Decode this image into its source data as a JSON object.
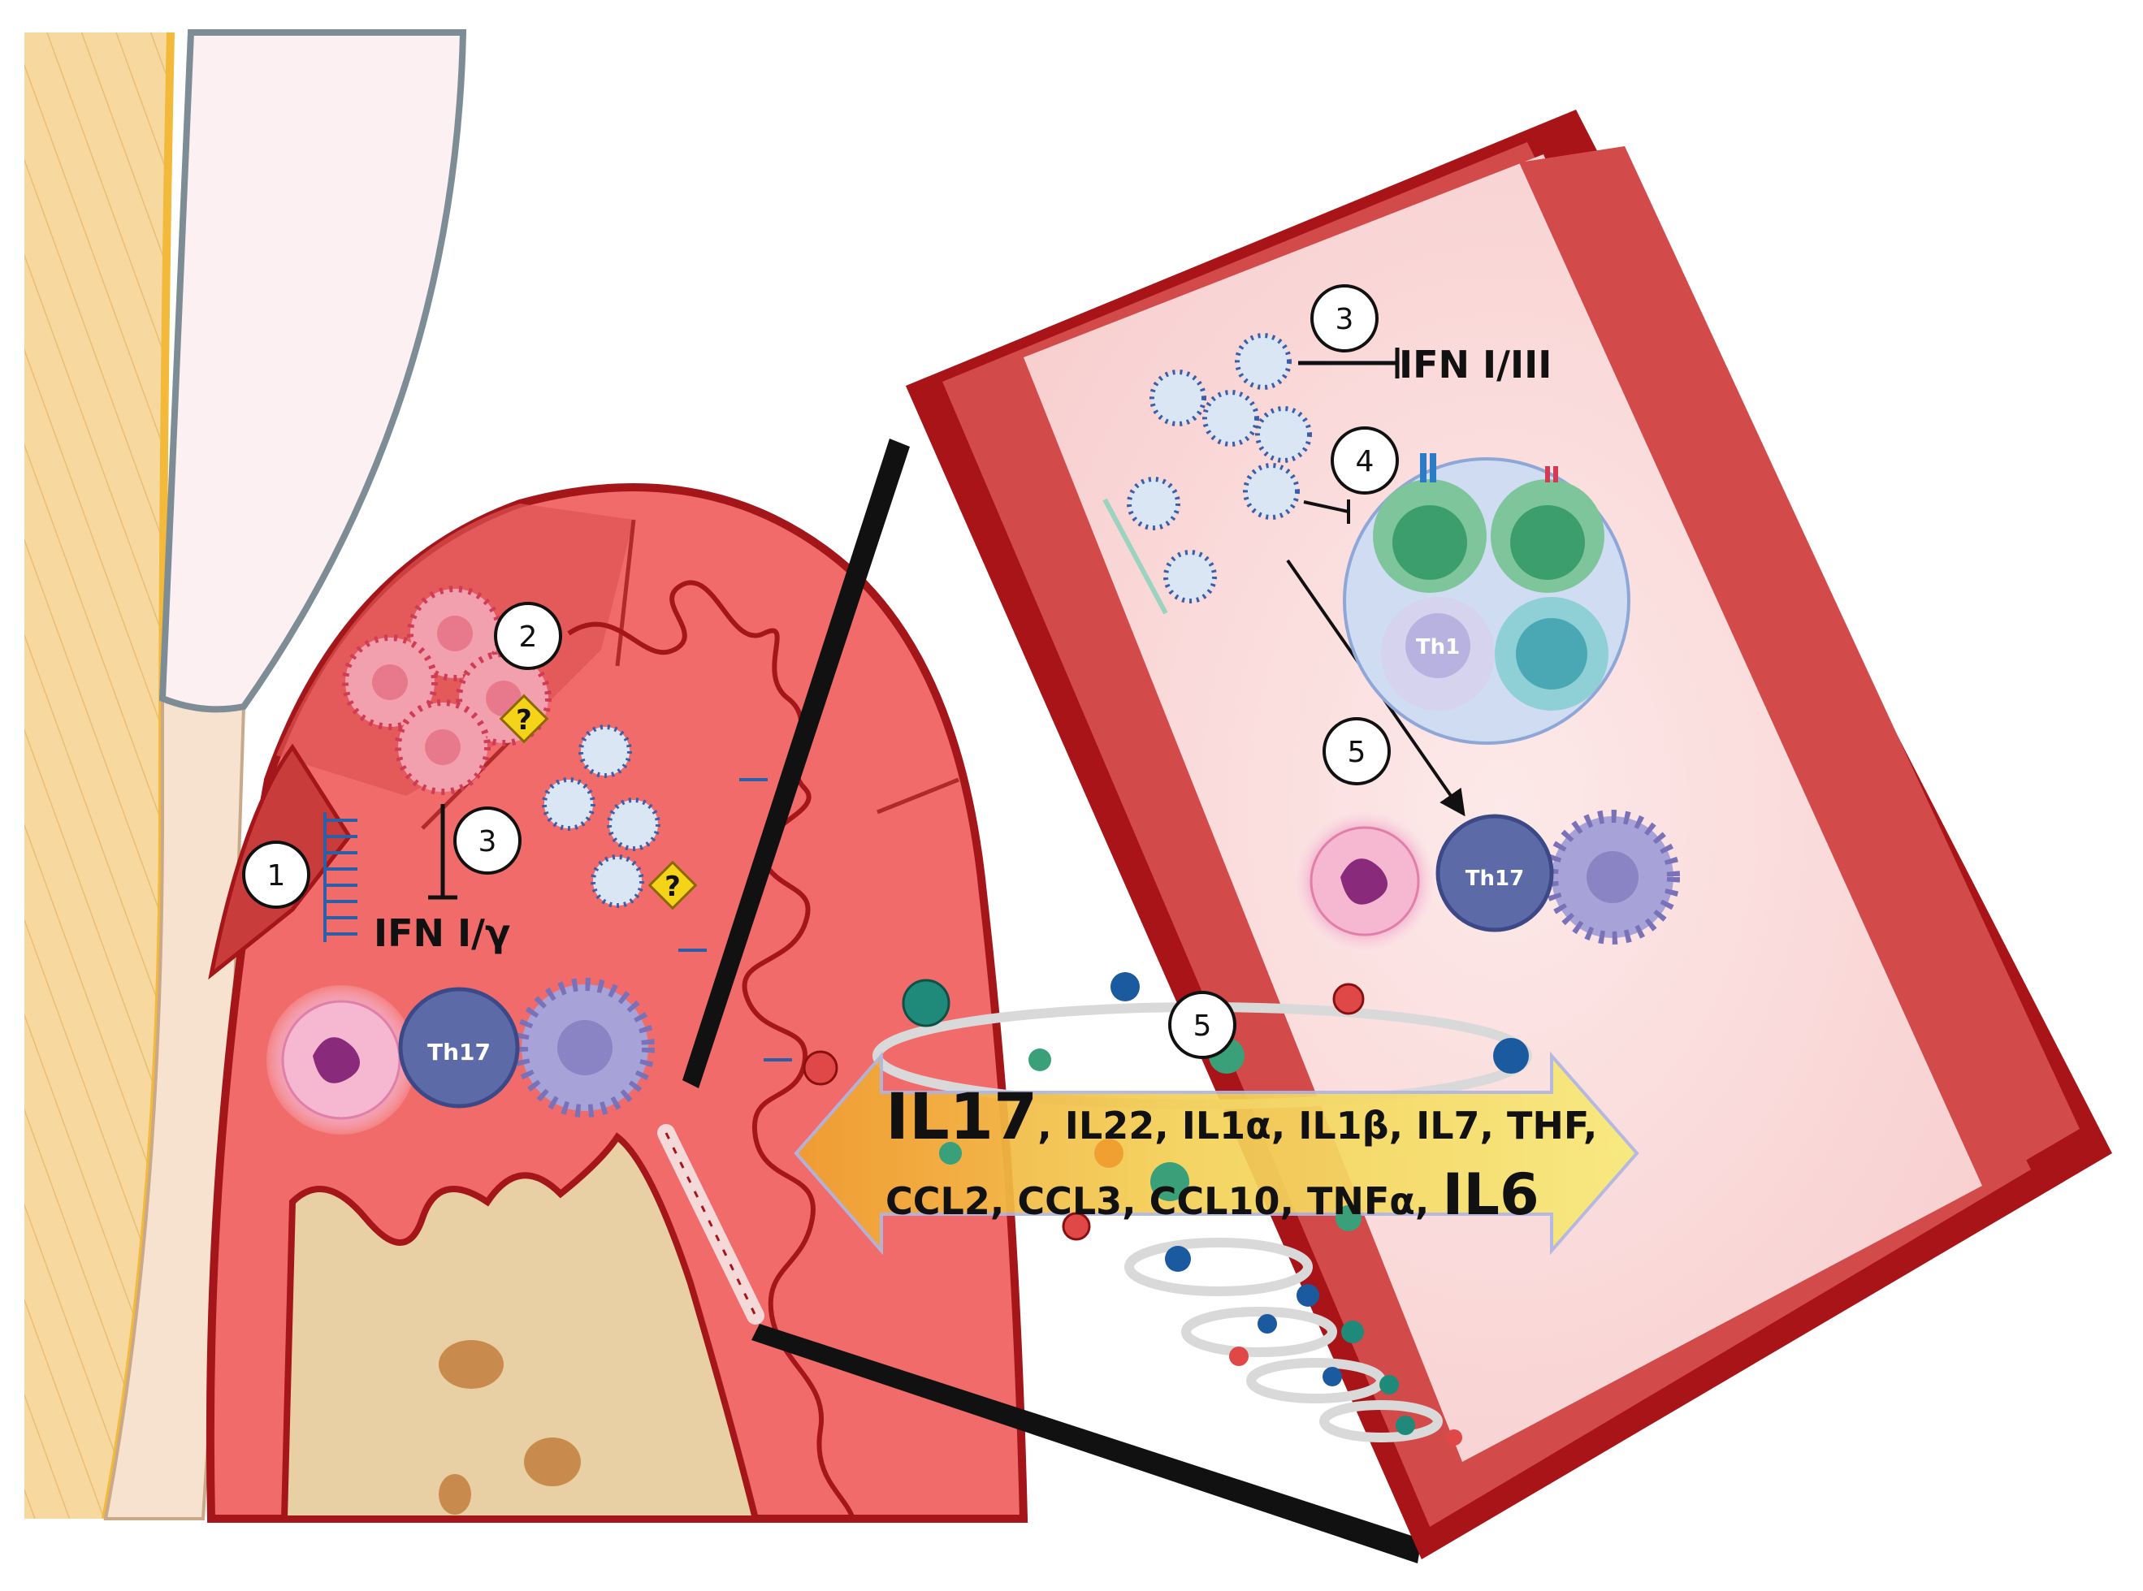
{
  "labels": {
    "num1": "1",
    "num2": "2",
    "num3_left": "3",
    "num3_right": "3",
    "num4": "4",
    "num5_vessel": "5",
    "num5_arrow": "5",
    "ifn_left": "IFN I/γ",
    "ifn_right": "IFN I/III",
    "th17": "Th17",
    "th1": "Th1",
    "question": "?"
  },
  "cytokines": {
    "line1": [
      {
        "text": "IL17",
        "size": "big"
      },
      {
        "text": ", IL22, IL1α, IL1β, IL7, THF,",
        "size": "small"
      }
    ],
    "line2": [
      {
        "text": "CCL2, CCL3, CCL10, TNFα, ",
        "size": "small"
      },
      {
        "text": "IL6",
        "size": "big"
      }
    ]
  },
  "colors": {
    "gum": "#f26b6b",
    "gum_dark": "#d94545",
    "gum_outline": "#a4161a",
    "bone": "#e8cfa4",
    "enamel": "#f7d48a",
    "vessel_dark": "#a81418",
    "vessel_mid": "#d34a4a",
    "vessel_lumen": "#fbe0e0",
    "arrow_yellow": "#f7e36a",
    "arrow_orange": "#f0a030",
    "virus_blue": "#3a5fa8",
    "virus_red": "#d13b55",
    "th17": "#5c6aa8",
    "dendritic": "#a7a2d8",
    "neutrophil": "#f0a6c6",
    "green_cell": "#3c9e6c",
    "teal_cell": "#4aa8b4"
  }
}
